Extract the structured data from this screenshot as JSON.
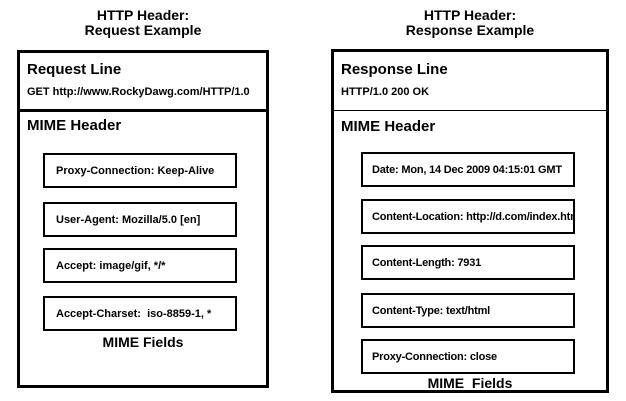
{
  "page": {
    "background_color": "#ffffff",
    "line_color": "#000000",
    "text_color": "#000000"
  },
  "panels": [
    {
      "id": "request",
      "title_line1": "HTTP Header:",
      "title_line2": "Request Example",
      "start_line_heading": "Request Line",
      "start_line_value": "GET http://www.RockyDawg.com/HTTP/1.0",
      "mime_heading": "MIME Header",
      "fields": [
        "Proxy-Connection: Keep-Alive",
        "User-Agent: Mozilla/5.0 [en]",
        "Accept: image/gif, */*",
        "Accept-Charset:  iso-8859-1, *"
      ],
      "fields_label": "MIME Fields"
    },
    {
      "id": "response",
      "title_line1": "HTTP Header:",
      "title_line2": "Response Example",
      "start_line_heading": "Response Line",
      "start_line_value": "HTTP/1.0 200 OK",
      "mime_heading": "MIME Header",
      "fields": [
        "Date: Mon, 14 Dec 2009 04:15:01 GMT",
        "Content-Location: http://d.com/index.html",
        "Content-Length: 7931",
        "Content-Type: text/html",
        "Proxy-Connection: close"
      ],
      "fields_label": "MIME  Fields"
    }
  ]
}
